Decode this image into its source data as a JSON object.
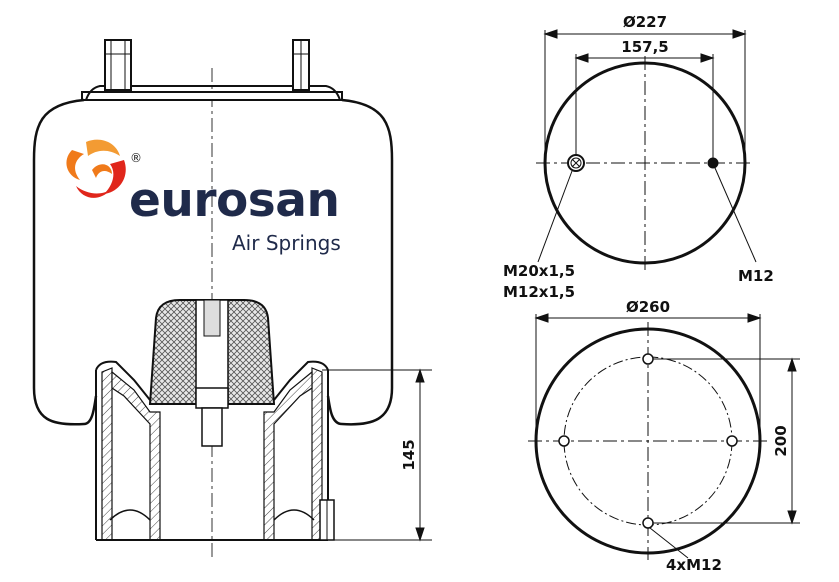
{
  "brand": {
    "name": "eurosan",
    "tagline": "Air Springs",
    "registered_mark": "®",
    "colors": {
      "text": "#1f2a4a",
      "logo_orange": "#f07a1a",
      "logo_red": "#e0261b"
    }
  },
  "top_view": {
    "outer_diameter": "Ø227",
    "bolt_spacing": "157,5",
    "left_port_label_1": "M20x1,5",
    "left_port_label_2": "M12x1,5",
    "right_stud_label": "M12"
  },
  "bottom_view": {
    "outer_diameter": "Ø260",
    "hole_spacing": "200",
    "holes_label": "4xM12"
  },
  "section_view": {
    "piston_height": "145"
  }
}
